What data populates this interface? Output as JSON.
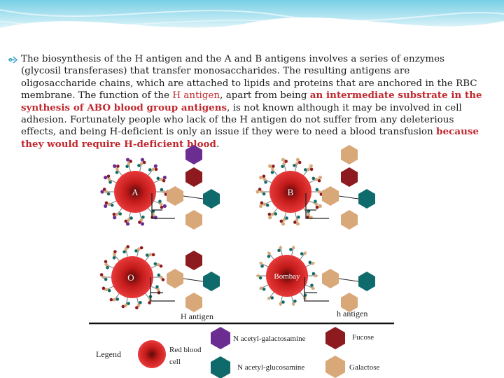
{
  "paragraph": {
    "p1": "The biosynthesis of the H antigen and the A and B antigens involves a series of enzymes (glycosil transferases) that transfer monosaccharides. The resulting antigens are oligosaccharide chains, which are attached to lipids and proteins that are anchored in the RBC membrane. The function of the ",
    "h_antigen": "H antigen",
    "p2": ", apart from being ",
    "intermediate": "an intermediate substrate in the synthesis of ABO blood group antigens",
    "p3": ", is not known although it may be involved in cell adhesion. Fortunately people who lack of the H antigen do not suffer from any deleterious effects, and being H-deficient is only an issue if they were to need a blood transfusion ",
    "because": "because they would require H-deficient blood",
    "p4": "."
  },
  "figure": {
    "cells": [
      {
        "label": "A"
      },
      {
        "label": "B"
      },
      {
        "label": "O"
      },
      {
        "label": "Bombay"
      }
    ],
    "h_antigen_label": "H antigen",
    "h_antigen_lower_label": "h antigen",
    "legend": {
      "title": "Legend",
      "red_blood_cell": "Red blood cell",
      "n_acetyl_galactosamine": "N acetyl-galactosamine",
      "fucose": "Fucose",
      "n_acetyl_glucosamine": "N acetyl-glucosamine",
      "galactose": "Galactose"
    },
    "colors": {
      "purple": "#6b2d91",
      "dark_red": "#8c1a1f",
      "teal": "#0f6b6b",
      "tan": "#d9a878",
      "cell_red": "#d42020"
    }
  },
  "colors": {
    "highlight_text": "#c0272d",
    "header_band": "#5fc6e0"
  }
}
